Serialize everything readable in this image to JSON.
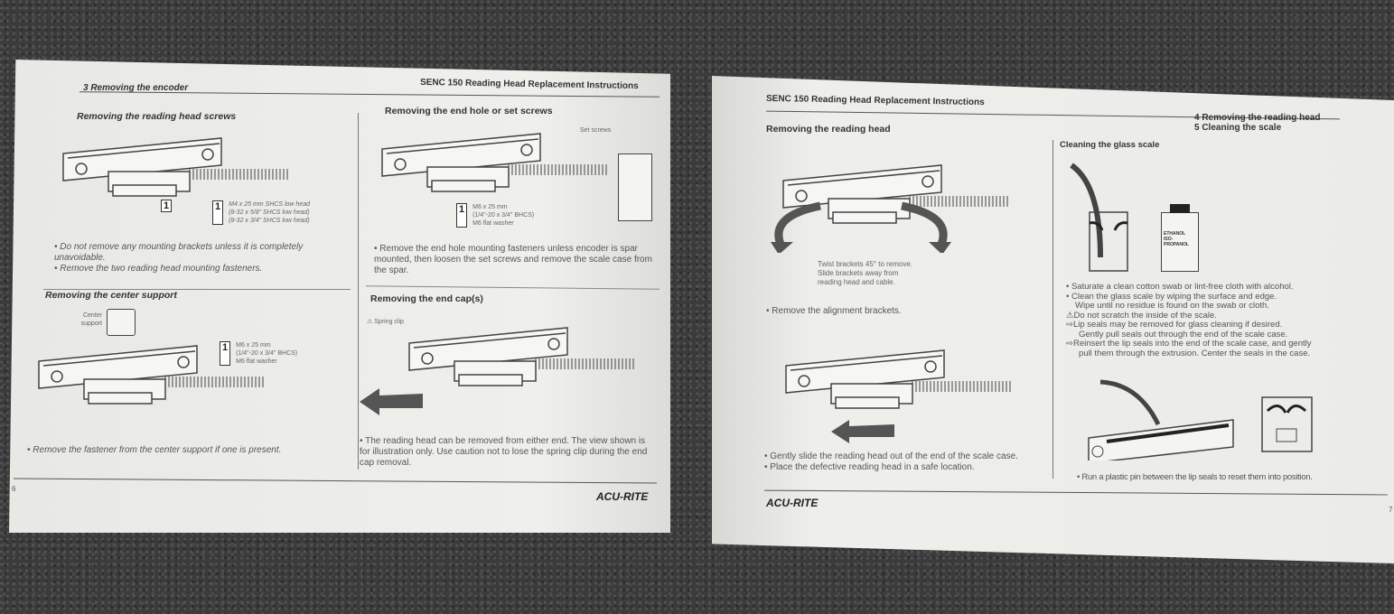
{
  "left_page": {
    "header_left": "3  Removing the encoder",
    "header_right": "SENC 150 Reading Head Replacement Instructions",
    "page_number": "6",
    "brand": "ACU-RITE",
    "sections": [
      {
        "title": "Removing the reading head screws",
        "callout_tag": "1",
        "callout": [
          "M4 x 25 mm SHCS low head",
          "(8-32 x 5/8\" SHCS low head)",
          "(8-32 x 3/4\" SHCS low head)"
        ],
        "bullets": [
          "Do not remove any mounting brackets unless it is completely unavoidable.",
          "Remove the two reading head mounting fasteners."
        ]
      },
      {
        "title": "Removing the end hole or set screws",
        "label": "Set screws",
        "callout_tag": "1",
        "callout": [
          "M6 x 25 mm",
          "(1/4\"-20 x 3/4\" BHCS)",
          "M6 flat washer"
        ],
        "bullets": [
          "Remove the end hole mounting fasteners unless encoder is spar mounted, then loosen the set screws and remove the scale case from the spar."
        ]
      },
      {
        "title": "Removing the center support",
        "label": "Center support",
        "callout_tag": "1",
        "callout": [
          "M6 x 25 mm",
          "(1/4\"-20 x 3/4\" BHCS)",
          "M6 flat washer"
        ],
        "bullets": [
          "Remove the fastener from the center support if one is present."
        ]
      },
      {
        "title": "Removing the end cap(s)",
        "label": "Spring clip",
        "bullets": [
          "The reading head can be removed from either end. The view shown is for illustration only. Use caution not to lose the spring clip during the end cap removal."
        ]
      }
    ]
  },
  "right_page": {
    "header_left": "SENC 150 Reading Head Replacement Instructions",
    "header_right": [
      "4   Removing the reading head",
      "5   Cleaning the scale"
    ],
    "page_number": "7",
    "brand": "ACU-RITE",
    "sections": [
      {
        "title": "Removing the reading head",
        "caption": [
          "Twist brackets 45° to remove.",
          "Slide brackets away from",
          "reading head and cable."
        ],
        "bullets": [
          "Remove the alignment brackets."
        ],
        "bullets2": [
          "Gently slide the reading head out of the end of the scale case.",
          "Place the defective reading head in a safe location."
        ]
      },
      {
        "title": "Cleaning the glass scale",
        "bottle_label": [
          "ETHANOL",
          "ISO-",
          "PROPANOL"
        ],
        "bullets": [
          "Saturate a clean cotton swab or lint-free cloth with alcohol.",
          "Clean the glass scale by wiping the surface and edge.",
          "Wipe until no residue is found on the swab or cloth."
        ],
        "warning": "Do not scratch the inside of the scale.",
        "notes": [
          "Lip seals may be removed for glass cleaning if desired.",
          "Gently pull seals out through the end of the scale case.",
          "Reinsert the lip seals into the end of the scale case, and gently",
          "pull them through the extrusion. Center the seals in the case."
        ],
        "bullets2": [
          "Run a plastic pin between the lip seals to reset them into position."
        ]
      }
    ]
  }
}
